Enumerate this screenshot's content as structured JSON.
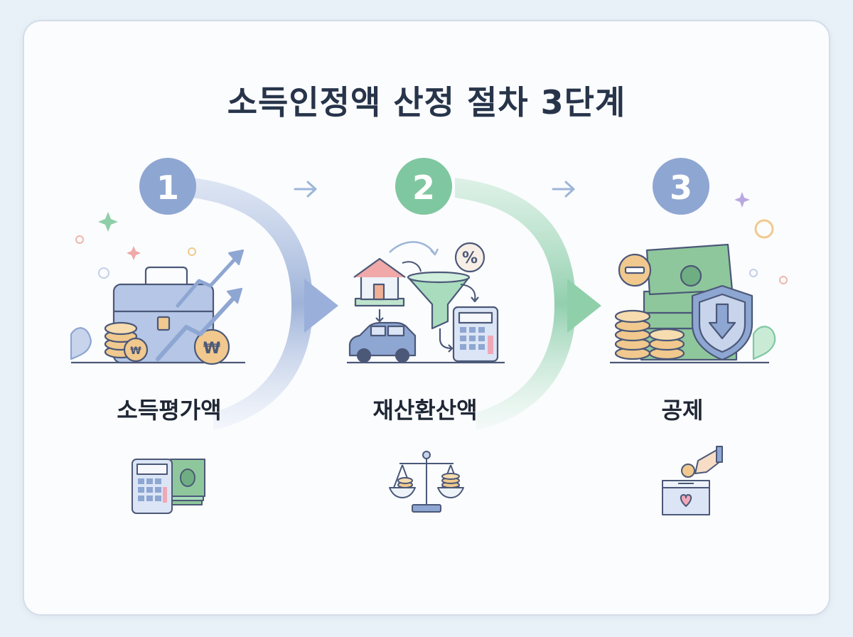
{
  "title": "소득인정액 산정 절차 3단계",
  "steps": [
    {
      "number": "1",
      "label": "소득평가액",
      "color": "#8ea6d2"
    },
    {
      "number": "2",
      "label": "재산환산액",
      "color": "#7fc7a0"
    },
    {
      "number": "3",
      "label": "공제",
      "color": "#8ea6d2"
    }
  ],
  "icons": {
    "step1_main": "briefcase-coins-growth-icon",
    "step1_sub": "calculator-cash-icon",
    "step2_main": "house-car-funnel-calculator-icon",
    "step2_sub": "balance-scale-coins-icon",
    "step3_main": "coins-cash-shield-icon",
    "step3_sub": "donation-box-icon"
  },
  "colors": {
    "blue": "#8ea6d2",
    "green": "#7fc7a0",
    "coin": "#f1c98e",
    "cash": "#8fc79c",
    "text": "#27344a"
  }
}
